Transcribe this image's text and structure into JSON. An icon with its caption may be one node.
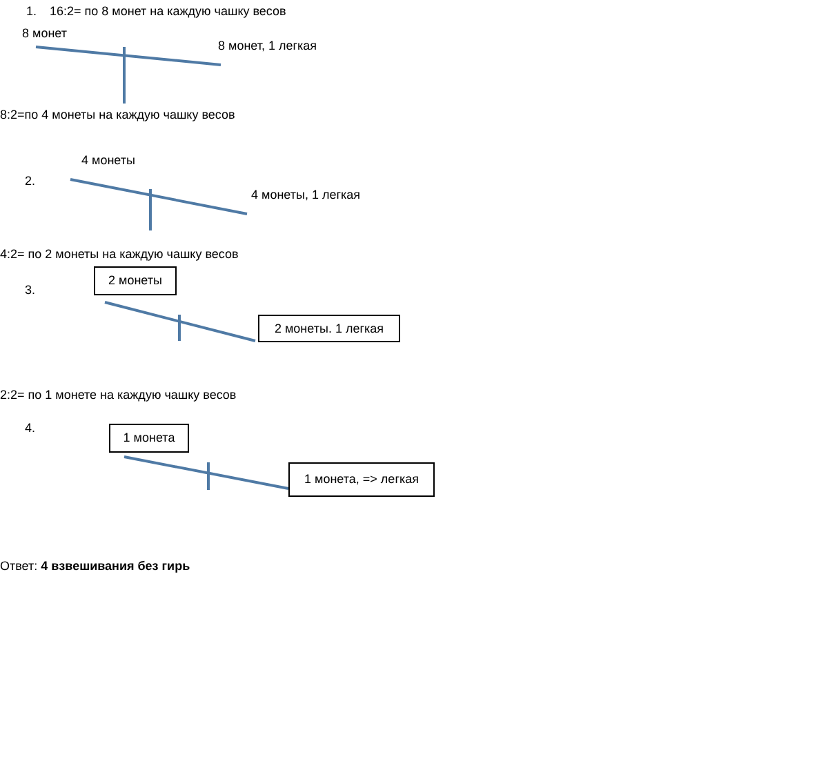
{
  "diagram": {
    "nodes": [
      {
        "text": [
          "2 монеты"
        ]
      },
      {
        "text": [
          "2 монеты. 1 легкая"
        ]
      },
      {
        "text": [
          "1 монета"
        ]
      },
      {
        "text": [
          "1 монета, => легкая"
        ]
      }
    ],
    "labels": [
      "1.",
      "16:2= по 8 монет на каждую чашку весов",
      "8 монет",
      "8 монет, 1 легкая",
      "8:2=по 4 монеты на каждую чашку весов",
      "4 монеты",
      "2.",
      "4 монеты, 1 легкая",
      "4:2= по 2 монеты на каждую чашку весов",
      "3.",
      "2:2= по 1 монете на каждую чашку весов",
      "4.",
      "Ответ: **4 взвешивания без гирь**"
    ]
  }
}
